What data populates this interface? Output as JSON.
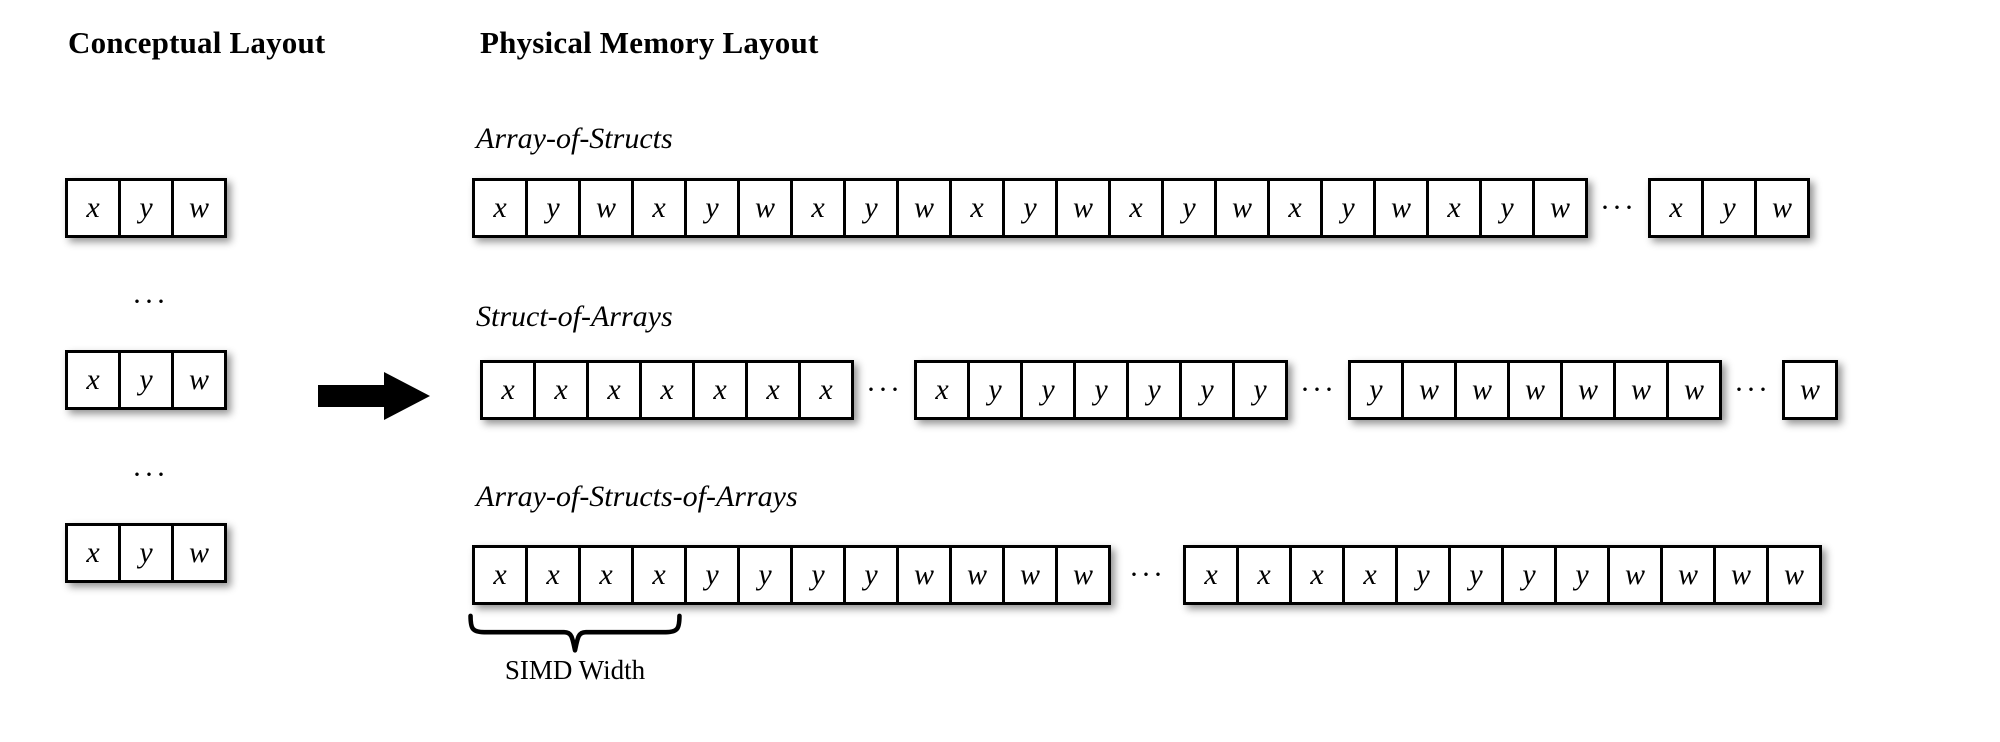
{
  "headings": {
    "conceptual": "Conceptual Layout",
    "physical": "Physical Memory Layout"
  },
  "ellipsis": "···",
  "conceptual": {
    "name": "conceptual-layout",
    "structs": [
      {
        "fields": [
          "x",
          "y",
          "w"
        ]
      },
      {
        "fields": [
          "x",
          "y",
          "w"
        ]
      },
      {
        "fields": [
          "x",
          "y",
          "w"
        ]
      }
    ],
    "separators": [
      "···",
      "···"
    ],
    "arrow": "right-arrow"
  },
  "rows": [
    {
      "id": "aos",
      "title": "Array-of-Structs",
      "groups": [
        {
          "cells": [
            "x",
            "y",
            "w",
            "x",
            "y",
            "w",
            "x",
            "y",
            "w",
            "x",
            "y",
            "w",
            "x",
            "y",
            "w",
            "x",
            "y",
            "w",
            "x",
            "y",
            "w"
          ]
        },
        {
          "cells": [
            "x",
            "y",
            "w"
          ]
        }
      ],
      "separators": [
        "···"
      ]
    },
    {
      "id": "soa",
      "title": "Struct-of-Arrays",
      "groups": [
        {
          "cells": [
            "x",
            "x",
            "x",
            "x",
            "x",
            "x",
            "x"
          ]
        },
        {
          "cells": [
            "x",
            "y",
            "y",
            "y",
            "y",
            "y",
            "y"
          ]
        },
        {
          "cells": [
            "y",
            "w",
            "w",
            "w",
            "w",
            "w",
            "w"
          ]
        },
        {
          "cells": [
            "w"
          ]
        }
      ],
      "separators": [
        "···",
        "···",
        "···"
      ]
    },
    {
      "id": "aosoa",
      "title": "Array-of-Structs-of-Arrays",
      "groups": [
        {
          "cells": [
            "x",
            "x",
            "x",
            "x",
            "y",
            "y",
            "y",
            "y",
            "w",
            "w",
            "w",
            "w"
          ]
        },
        {
          "cells": [
            "x",
            "x",
            "x",
            "x",
            "y",
            "y",
            "y",
            "y",
            "w",
            "w",
            "w",
            "w"
          ]
        }
      ],
      "separators": [
        "···"
      ]
    }
  ],
  "annotation": {
    "simd_width_label": "SIMD Width",
    "simd_width_cells": 4
  },
  "colors": {
    "background": "#ffffff",
    "ink": "#000000",
    "cell_fill": "#ffffff",
    "cell_border": "#000000"
  }
}
